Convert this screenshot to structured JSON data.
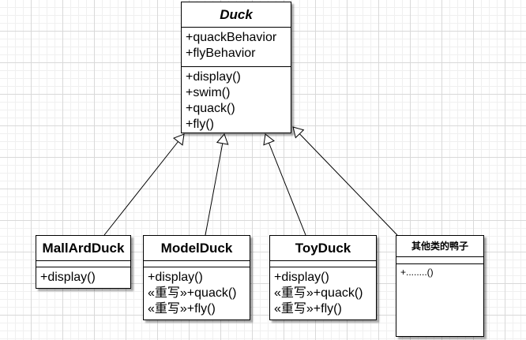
{
  "classes": {
    "duck": {
      "name": "Duck",
      "attributes": [
        "+quackBehavior",
        "+flyBehavior"
      ],
      "methods": [
        "+display()",
        "+swim()",
        "+quack()",
        "+fly()"
      ]
    },
    "mallard": {
      "name": "MallArdDuck",
      "methods": [
        "+display()"
      ]
    },
    "model": {
      "name": "ModelDuck",
      "methods": [
        "+display()",
        "«重写»+quack()",
        "«重写»+fly()"
      ]
    },
    "toy": {
      "name": "ToyDuck",
      "methods": [
        "+display()",
        "«重写»+quack()",
        "«重写»+fly()"
      ]
    },
    "other": {
      "name": "其他类的鸭子",
      "methods": [
        "+........()"
      ]
    }
  },
  "relationships": [
    {
      "type": "generalization",
      "from": "mallard",
      "to": "duck"
    },
    {
      "type": "generalization",
      "from": "model",
      "to": "duck"
    },
    {
      "type": "generalization",
      "from": "toy",
      "to": "duck"
    },
    {
      "type": "generalization",
      "from": "other",
      "to": "duck"
    }
  ],
  "colors": {
    "border": "#000000",
    "fill": "#ffffff",
    "grid": "#d9d9d9"
  }
}
